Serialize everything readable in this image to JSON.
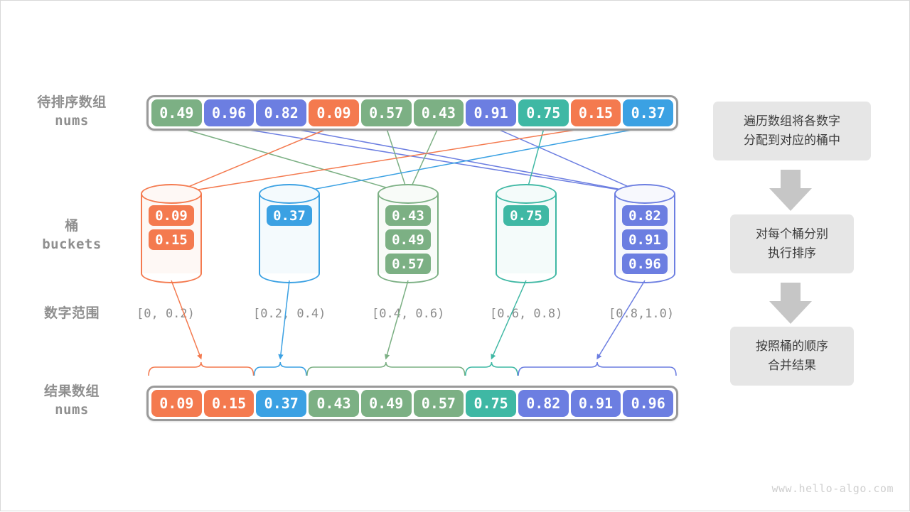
{
  "palette": {
    "green": "#7cb084",
    "purple": "#6c7ee1",
    "orange": "#f47a4f",
    "blue": "#3ba1e3",
    "teal": "#3fb8a4",
    "gray_border": "#9a9a9a",
    "label_gray": "#8f8f8f",
    "flow_bg": "#e6e6e6",
    "flow_arrow": "#c6c6c6"
  },
  "labels": {
    "input_array": {
      "cn": "待排序数组",
      "en": "nums"
    },
    "buckets": {
      "cn": "桶",
      "en": "buckets"
    },
    "number_range": {
      "cn": "数字范围"
    },
    "result_array": {
      "cn": "结果数组",
      "en": "nums"
    }
  },
  "input_array": {
    "cells": [
      {
        "value": "0.49",
        "color": "green"
      },
      {
        "value": "0.96",
        "color": "purple"
      },
      {
        "value": "0.82",
        "color": "purple"
      },
      {
        "value": "0.09",
        "color": "orange"
      },
      {
        "value": "0.57",
        "color": "green"
      },
      {
        "value": "0.43",
        "color": "green"
      },
      {
        "value": "0.91",
        "color": "purple"
      },
      {
        "value": "0.75",
        "color": "teal"
      },
      {
        "value": "0.15",
        "color": "orange"
      },
      {
        "value": "0.37",
        "color": "blue"
      }
    ]
  },
  "buckets": [
    {
      "color": "orange",
      "range": "[0, 0.2)",
      "items": [
        "0.09",
        "0.15"
      ]
    },
    {
      "color": "blue",
      "range": "[0.2, 0.4)",
      "items": [
        "0.37"
      ]
    },
    {
      "color": "green",
      "range": "[0.4, 0.6)",
      "items": [
        "0.43",
        "0.49",
        "0.57"
      ]
    },
    {
      "color": "teal",
      "range": "[0.6, 0.8)",
      "items": [
        "0.75"
      ]
    },
    {
      "color": "purple",
      "range": "[0.8,1.0)",
      "items": [
        "0.82",
        "0.91",
        "0.96"
      ]
    }
  ],
  "result_array": {
    "cells": [
      {
        "value": "0.09",
        "color": "orange"
      },
      {
        "value": "0.15",
        "color": "orange"
      },
      {
        "value": "0.37",
        "color": "blue"
      },
      {
        "value": "0.43",
        "color": "green"
      },
      {
        "value": "0.49",
        "color": "green"
      },
      {
        "value": "0.57",
        "color": "green"
      },
      {
        "value": "0.75",
        "color": "teal"
      },
      {
        "value": "0.82",
        "color": "purple"
      },
      {
        "value": "0.91",
        "color": "purple"
      },
      {
        "value": "0.96",
        "color": "purple"
      }
    ]
  },
  "flow_steps": [
    {
      "lines": [
        "遍历数组将各数字",
        "分配到对应的桶中"
      ]
    },
    {
      "lines": [
        "对每个桶分别",
        "执行排序"
      ]
    },
    {
      "lines": [
        "按照桶的顺序",
        "合并结果"
      ]
    }
  ],
  "watermark": "www.hello-algo.com"
}
